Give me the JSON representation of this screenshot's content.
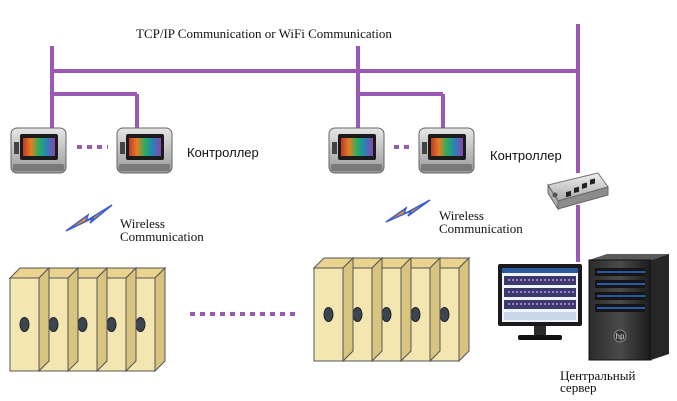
{
  "network_label": "TCP/IP  Communication  or WiFi  Communication",
  "controller_label_left": "Контроллер",
  "controller_label_right": "Контроллер",
  "wireless_left": {
    "line1": "Wireless",
    "line2": "Communication"
  },
  "wireless_right": {
    "line1": "Wireless",
    "line2": "Communication"
  },
  "server_label": {
    "line1": "Центральный",
    "line2": "сервер"
  },
  "server_brand": "hp",
  "colors": {
    "network_line": "#9b59b6",
    "cabinet_face": "#f3e6b0",
    "cabinet_top": "#e9d38e",
    "bolt_orange": "#f28c28",
    "bolt_blue": "#3a5fcd"
  },
  "icons": {
    "controller": "controller-device-icon",
    "wireless": "lightning-bolt-icon",
    "storage": "storage-cabinet-icon",
    "switch": "network-switch-icon",
    "monitor": "monitor-icon",
    "server": "server-tower-icon"
  }
}
